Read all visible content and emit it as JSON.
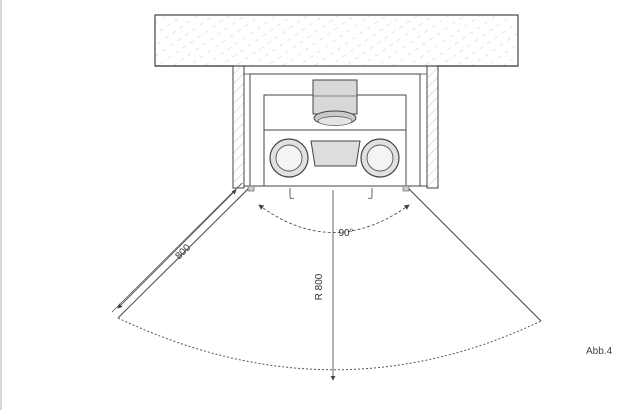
{
  "figure": {
    "label": "Abb.4"
  },
  "dimensions": {
    "side_length": "800",
    "radius": "R 800",
    "angle": "90°"
  },
  "colors": {
    "line": "#444444",
    "hatch": "#aaaaaa",
    "fill_dark": "#cfcfcf",
    "fill_light": "#e6e6e6",
    "frame": "#b3b3b3"
  }
}
